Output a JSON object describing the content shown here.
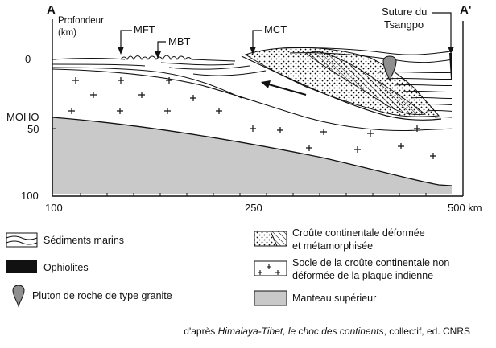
{
  "section": {
    "endpoint_left": "A",
    "endpoint_right": "A'",
    "depth_axis_title_line1": "Profondeur",
    "depth_axis_title_line2": "(km)",
    "depth_ticks": [
      "0",
      "50",
      "100"
    ],
    "moho_label": "MOHO",
    "distance_ticks": [
      "100",
      "250",
      "500 km"
    ],
    "faults": {
      "mft": "MFT",
      "mbt": "MBT",
      "mct": "MCT",
      "suture_line1": "Suture du",
      "suture_line2": "Tsangpo"
    }
  },
  "legend": {
    "marine_sediments": "Sédiments marins",
    "ophiolites": "Ophiolites",
    "granite_pluton": "Pluton de roche de type granite",
    "deformed_crust_line1": "Croûte continentale déformée",
    "deformed_crust_line2": "et métamorphisée",
    "undeformed_basement_line1": "Socle de la croûte continentale non",
    "undeformed_basement_line2": "déformée de la plaque indienne",
    "upper_mantle": "Manteau supérieur"
  },
  "caption": {
    "prefix": "d'après ",
    "title": "Himalaya-Tibet, le choc des continents",
    "suffix": ", collectif, ed. CNRS"
  },
  "colors": {
    "mantle": "#c9c9c9",
    "ink": "#111111",
    "paper": "#ffffff"
  }
}
